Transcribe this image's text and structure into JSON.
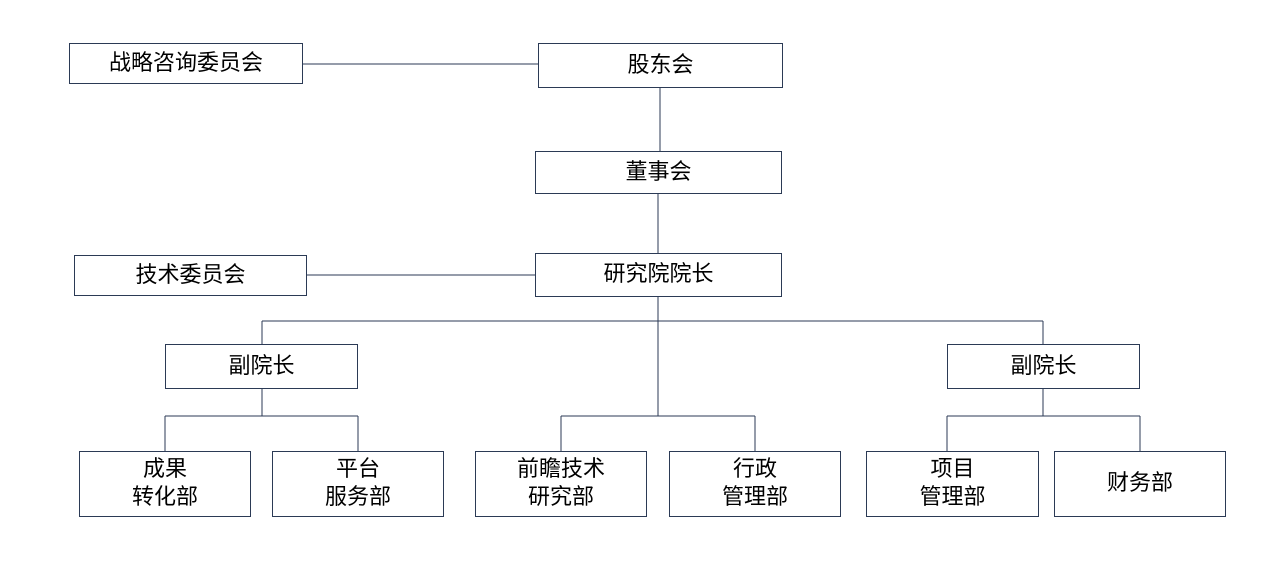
{
  "org_chart": {
    "strategy_committee": "战略咨询委员会",
    "shareholders_meeting": "股东会",
    "board_of_directors": "董事会",
    "technical_committee": "技术委员会",
    "institute_president": "研究院院长",
    "vice_president_left": "副院长",
    "vice_president_right": "副院长",
    "departments": {
      "achievement_transfer": [
        "成果",
        "转化部"
      ],
      "platform_service": [
        "平台",
        "服务部"
      ],
      "frontier_research": [
        "前瞻技术",
        "研究部"
      ],
      "administration": [
        "行政",
        "管理部"
      ],
      "project_management": [
        "项目",
        "管理部"
      ],
      "finance": [
        "财务部"
      ]
    }
  },
  "colors": {
    "border": "#2b3a55",
    "connector": "#2b3a55",
    "text": "#000000",
    "background": "#ffffff"
  }
}
